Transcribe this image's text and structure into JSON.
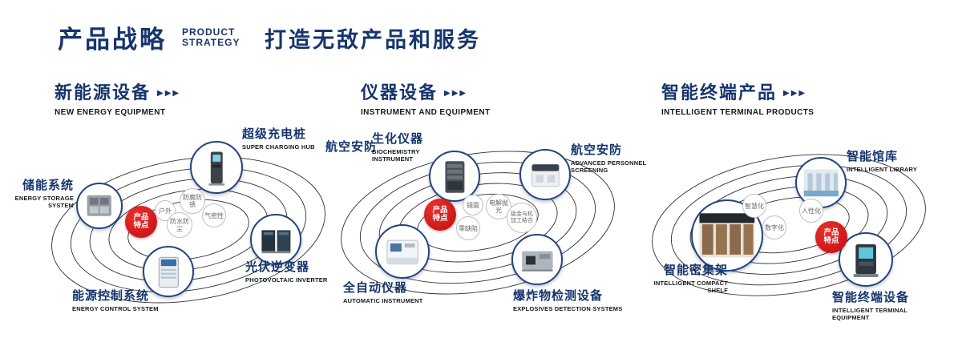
{
  "header": {
    "title": "产品战略",
    "subtitle_line1": "PRODUCT",
    "subtitle_line2": "STRATEGY",
    "tagline": "打造无敌产品和服务"
  },
  "icons": {
    "chevrons": "▶▶▶"
  },
  "badge": {
    "line1": "产品",
    "line2": "特点"
  },
  "colors": {
    "navy": "#16356d",
    "red": "#c8100f"
  },
  "sections": [
    {
      "title": "新能源设备",
      "subtitle": "NEW ENERGY EQUIPMENT",
      "features": [
        "户外",
        "防腐防锈",
        "气密性",
        "防水防尘"
      ],
      "nodes": [
        {
          "zh": "储能系统",
          "en": "ENERGY STORAGE SYSTEM"
        },
        {
          "zh": "超级充电桩",
          "en": "SUPER CHARGING HUB"
        },
        {
          "zh": "光伏逆变器",
          "en": "PHOTOVOLTAIC INVERTER"
        },
        {
          "zh": "能源控制系统",
          "en": "ENERGY CONTROL SYSTEM"
        }
      ]
    },
    {
      "title": "仪器设备",
      "subtitle": "INSTRUMENT AND EQUIPMENT",
      "extra_label": "航空安防",
      "features": [
        "镜面",
        "电解抛光",
        "零缺陷",
        "钣金与机加工结合"
      ],
      "nodes": [
        {
          "zh": "生化仪器",
          "en": "BIOCHEMISTRY INSTRUMENT"
        },
        {
          "zh": "航空安防",
          "en": "ADVANCED PERSONNEL SCREENING"
        },
        {
          "zh": "全自动仪器",
          "en": "AUTOMATIC INSTRUMENT"
        },
        {
          "zh": "爆炸物检测设备",
          "en": "EXPLOSIVES DETECTION SYSTEMS"
        }
      ]
    },
    {
      "title": "智能终端产品",
      "subtitle": "INTELLIGENT TERMINAL PRODUCTS",
      "features": [
        "智慧化",
        "人性化",
        "数字化"
      ],
      "nodes": [
        {
          "zh": "智能馆库",
          "en": "INTELLIGENT LIBRARY"
        },
        {
          "zh": "智能密集架",
          "en": "INTELLIGENT COMPACT SHELF"
        },
        {
          "zh": "智能终端设备",
          "en": "INTELLIGENT TERMINAL EQUIPMENT"
        }
      ]
    }
  ]
}
